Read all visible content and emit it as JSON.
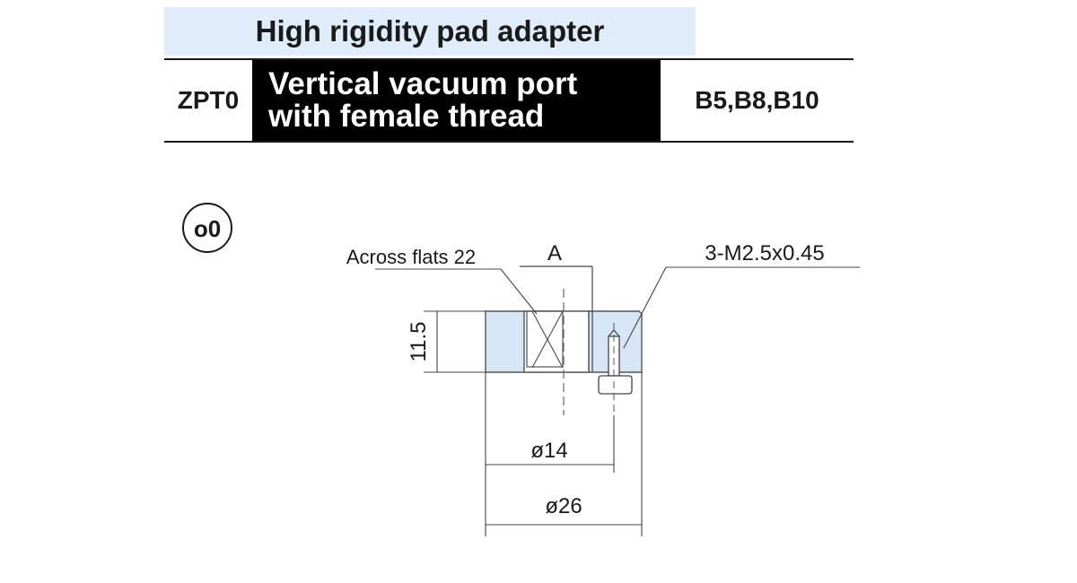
{
  "header": {
    "title": "High rigidity pad adapter",
    "model_code": "ZPT0",
    "description_line1": "Vertical vacuum port",
    "description_line2": "with female thread",
    "sizes": "B5,B8,B10"
  },
  "drawing": {
    "badge": "o0",
    "across_flats_label": "Across flats 22",
    "section_label": "A",
    "thread_label": "3-M2.5x0.45",
    "height_dim": "11.5",
    "inner_dia_dim": "ø14",
    "outer_dia_dim": "ø26"
  },
  "colors": {
    "part_fill": "#d6e6f4",
    "title_bg": "#deedf9",
    "line": "#1a1a1a"
  }
}
